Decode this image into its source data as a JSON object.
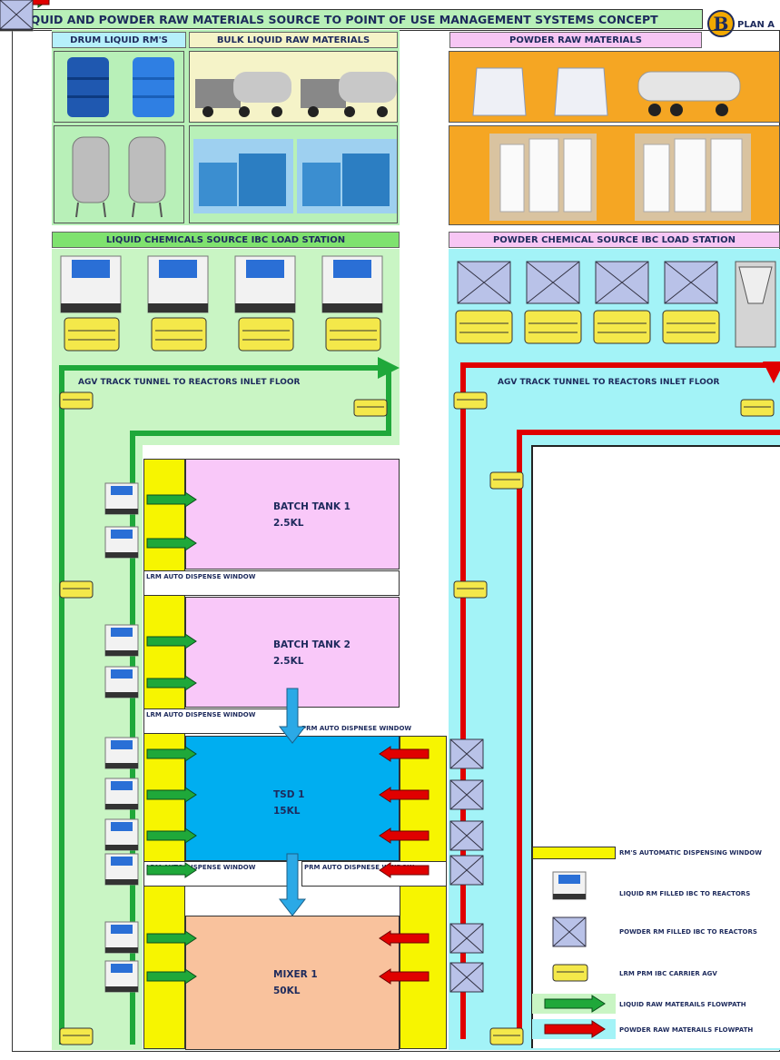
{
  "title": "LIQUID AND POWDER RAW MATERIALS SOURCE TO POINT OF USE MANAGEMENT SYSTEMS CONCEPT",
  "logo": {
    "letter": "B",
    "text": "PLAN A"
  },
  "headers": {
    "drum": "DRUM LIQUID RM'S",
    "bulk": "BULK LIQUID RAW MATERIALS",
    "powder": "POWDER RAW MATERIALS",
    "liquid_station": "LIQUID CHEMICALS SOURCE IBC LOAD STATION",
    "powder_station": "POWDER CHEMICAL SOURCE IBC LOAD STATION"
  },
  "tunnels": {
    "liquid": "AGV TRACK TUNNEL TO REACTORS INLET FLOOR",
    "powder": "AGV TRACK TUNNEL TO REACTORS INLET FLOOR"
  },
  "tanks": [
    {
      "name": "BATCH TANK 1",
      "capacity": "2.5KL"
    },
    {
      "name": "BATCH TANK 2",
      "capacity": "2.5KL"
    },
    {
      "name": "TSD 1",
      "capacity": "15KL"
    },
    {
      "name": "MIXER 1",
      "capacity": "50KL"
    }
  ],
  "windows": {
    "lrm": "LRM AUTO DISPENSE WINDOW",
    "prm": "PRM AUTO DISPNESE WINDOW"
  },
  "legend": {
    "window": "RM'S AUTOMATIC DISPENSING WINDOW",
    "liquid_ibc": "LIQUID RM FILLED IBC TO REACTORS",
    "powder_ibc": "POWDER RM FILLED IBC TO REACTORS",
    "agv": "LRM PRM IBC CARRIER AGV",
    "liquid_flow": "LIQUID RAW MATERAILS FLOWPATH",
    "powder_flow": "POWDER RAW MATERAILS FLOWPATH"
  },
  "colors": {
    "title_bg": "#b8f0b8",
    "liquid_header": "#b6f0fb",
    "bulk_header": "#f5f3c8",
    "powder_header": "#f7c6f4",
    "liquid_station": "#7fe26f",
    "liquid_zone": "#c9f5c4",
    "powder_zone": "#a3f3f7",
    "powder_cells": "#f5a623",
    "liquid_path": "#1fa83a",
    "powder_path": "#e00000",
    "batch_tank": "#f9c8f9",
    "tsd": "#00aef0",
    "mixer": "#f9c29d",
    "window": "#f7f500",
    "down_arrow": "#2ba9e6"
  }
}
